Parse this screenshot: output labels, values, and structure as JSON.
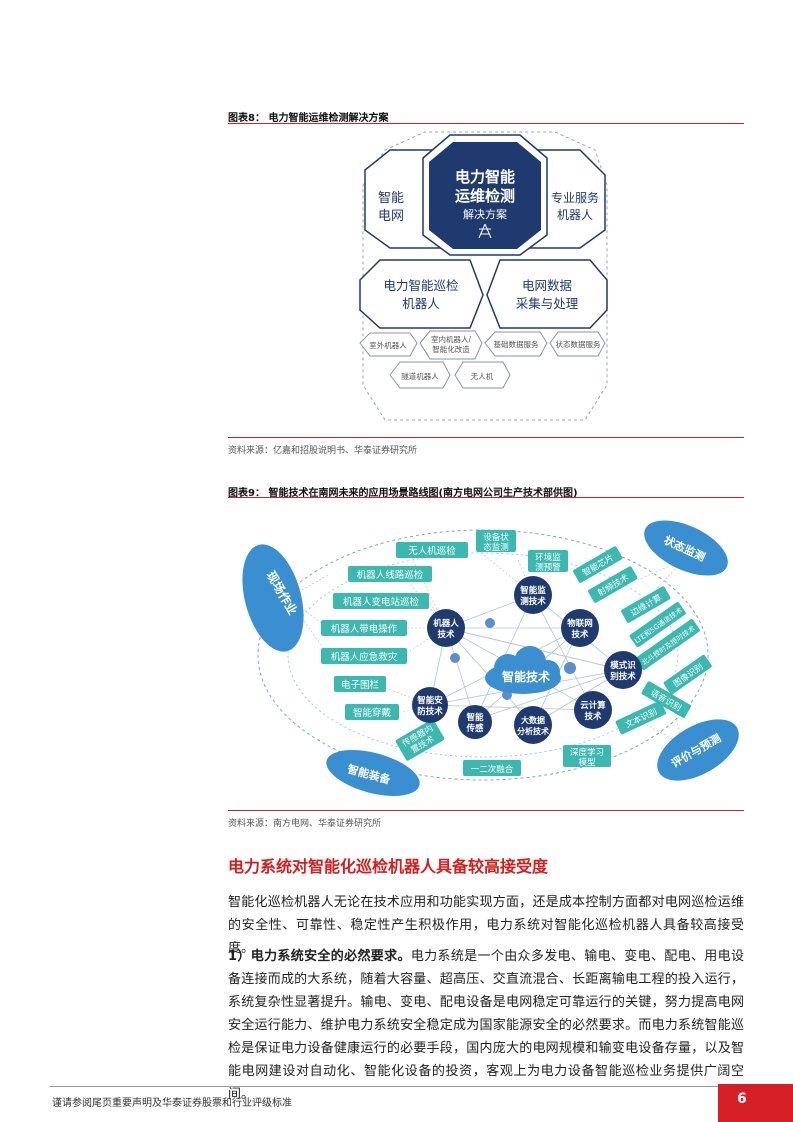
{
  "fig8": {
    "title": "图表8：   电力智能运维检测解决方案",
    "source": "资料来源：亿嘉和招股说明书、华泰证券研究所",
    "center": [
      "电力智能",
      "运维检测",
      "解决方案"
    ],
    "left_top": [
      "智能",
      "电网"
    ],
    "right_top": [
      "专业服务",
      "机器人"
    ],
    "mid_left": [
      "电力智能巡检",
      "机器人"
    ],
    "mid_right": [
      "电网数据",
      "采集与处理"
    ],
    "small1": "室外机器人",
    "small2": [
      "室内机器人/",
      "智能化改造"
    ],
    "small3": "基础数据服务",
    "small4": "状态数据服务",
    "small5": "隧道机器人",
    "small6": "无人机"
  },
  "fig9": {
    "title": "图表9：   智能技术在南网未来的应用场景路线图(南方电网公司生产技术部供图)",
    "source": "资料来源：南方电网、华泰证券研究所",
    "core": "智能技术",
    "left_big": "现场作业",
    "bottom_left_big": "智能装备",
    "top_right_big": "状态监测",
    "bottom_right_big": "评价与预测",
    "left_boxes": [
      "无人机巡检",
      "机器人线路巡检",
      "机器人变电站巡检",
      "机器人带电操作",
      "机器人应急救灾",
      "电子围栏",
      "智能穿戴"
    ],
    "hubs": {
      "robot": [
        "机器人",
        "技术"
      ],
      "monitor": [
        "智能监",
        "测技术"
      ],
      "iot": [
        "物联网",
        "技术"
      ],
      "pattern": [
        "模式识",
        "别技术"
      ],
      "cloud": [
        "云计算",
        "技术"
      ],
      "bigdata": [
        "大数据",
        "分析技术"
      ],
      "sense": [
        "智能",
        "传感"
      ],
      "security": [
        "智能安",
        "防技术"
      ]
    },
    "top_boxes": [
      [
        "设备状",
        "态监测"
      ],
      [
        "环境监",
        "测预警"
      ]
    ],
    "right_boxes": [
      "智能芯片",
      "射频技术",
      "边缘计算",
      "LTE和5G通信技术",
      "北斗授时及授时技术",
      "图像识别",
      "语音识别",
      "文本识别"
    ],
    "bottom_boxes": [
      [
        "深度学习",
        "模型"
      ],
      "一二次融合",
      [
        "传感器内",
        "置技术"
      ]
    ]
  },
  "section_title": "电力系统对智能化巡检机器人具备较高接受度",
  "para1": "智能化巡检机器人无论在技术应用和功能实现方面，还是成本控制方面都对电网巡检运维的安全性、可靠性、稳定性产生积极作用，电力系统对智能化巡检机器人具备较高接受度。",
  "para2_lead": "1）电力系统安全的必然要求。",
  "para2_body": "电力系统是一个由众多发电、输电、变电、配电、用电设备连接而成的大系统，随着大容量、超高压、交直流混合、长距离输电工程的投入运行，系统复杂性显著提升。输电、变电、配电设备是电网稳定可靠运行的关键，努力提高电网安全运行能力、维护电力系统安全稳定成为国家能源安全的必然要求。而电力系统智能巡检是保证电力设备健康运行的必要手段，国内庞大的电网规模和输变电设备存量，以及智能电网建设对自动化、智能化设备的投资，客观上为电力设备智能巡检业务提供广阔空间。",
  "footer": "谨请参阅尾页重要声明及华泰证券股票和行业评级标准",
  "page_number": "6",
  "colors": {
    "accent_red": "#d41e1e",
    "navy": "#1f3a6e",
    "teal": "#3bb9b0",
    "blue": "#3a8fd0"
  }
}
